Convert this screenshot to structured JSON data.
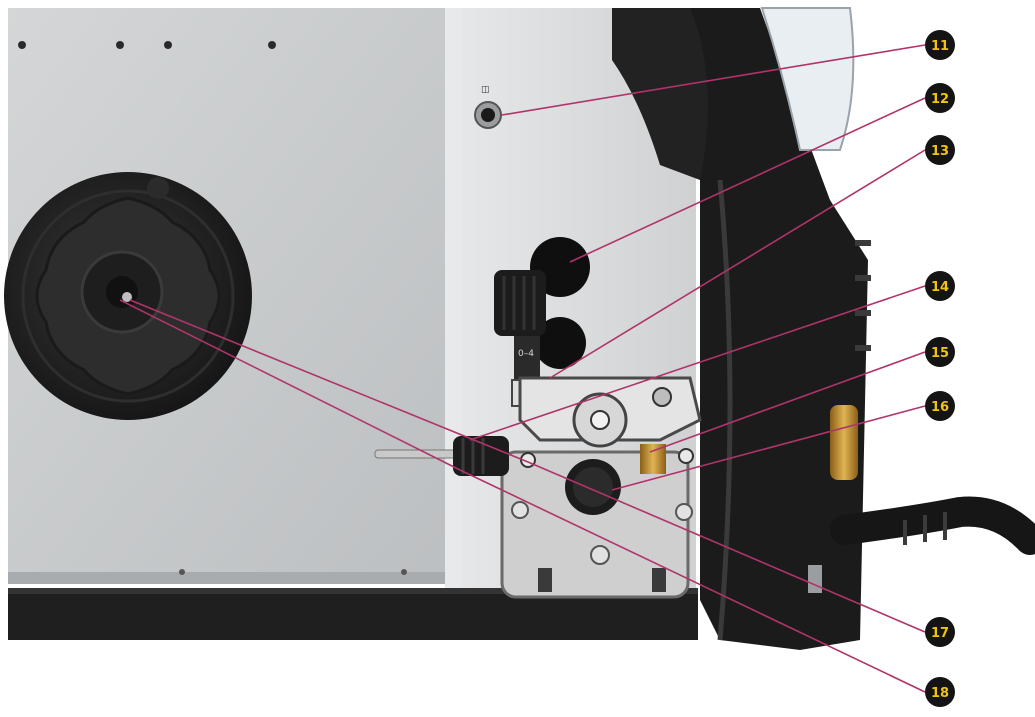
{
  "colors": {
    "background": "#ffffff",
    "panel": "#c9cbcc",
    "panel_light": "#dfe0e1",
    "machine_black": "#1b1b1c",
    "callout_line": "#b0346a",
    "badge_fill": "#141414",
    "badge_text": "#f1c40f",
    "brass": "#c8962d"
  },
  "callouts": [
    {
      "id": "callout-11",
      "label": "11"
    },
    {
      "id": "callout-12",
      "label": "12"
    },
    {
      "id": "callout-13",
      "label": "13"
    },
    {
      "id": "callout-14",
      "label": "14"
    },
    {
      "id": "callout-15",
      "label": "15"
    },
    {
      "id": "callout-16",
      "label": "16"
    },
    {
      "id": "callout-17",
      "label": "17"
    },
    {
      "id": "callout-18",
      "label": "18"
    }
  ],
  "component_marks": {
    "switch_symbol": "◫",
    "knob_marking": "0–4"
  }
}
